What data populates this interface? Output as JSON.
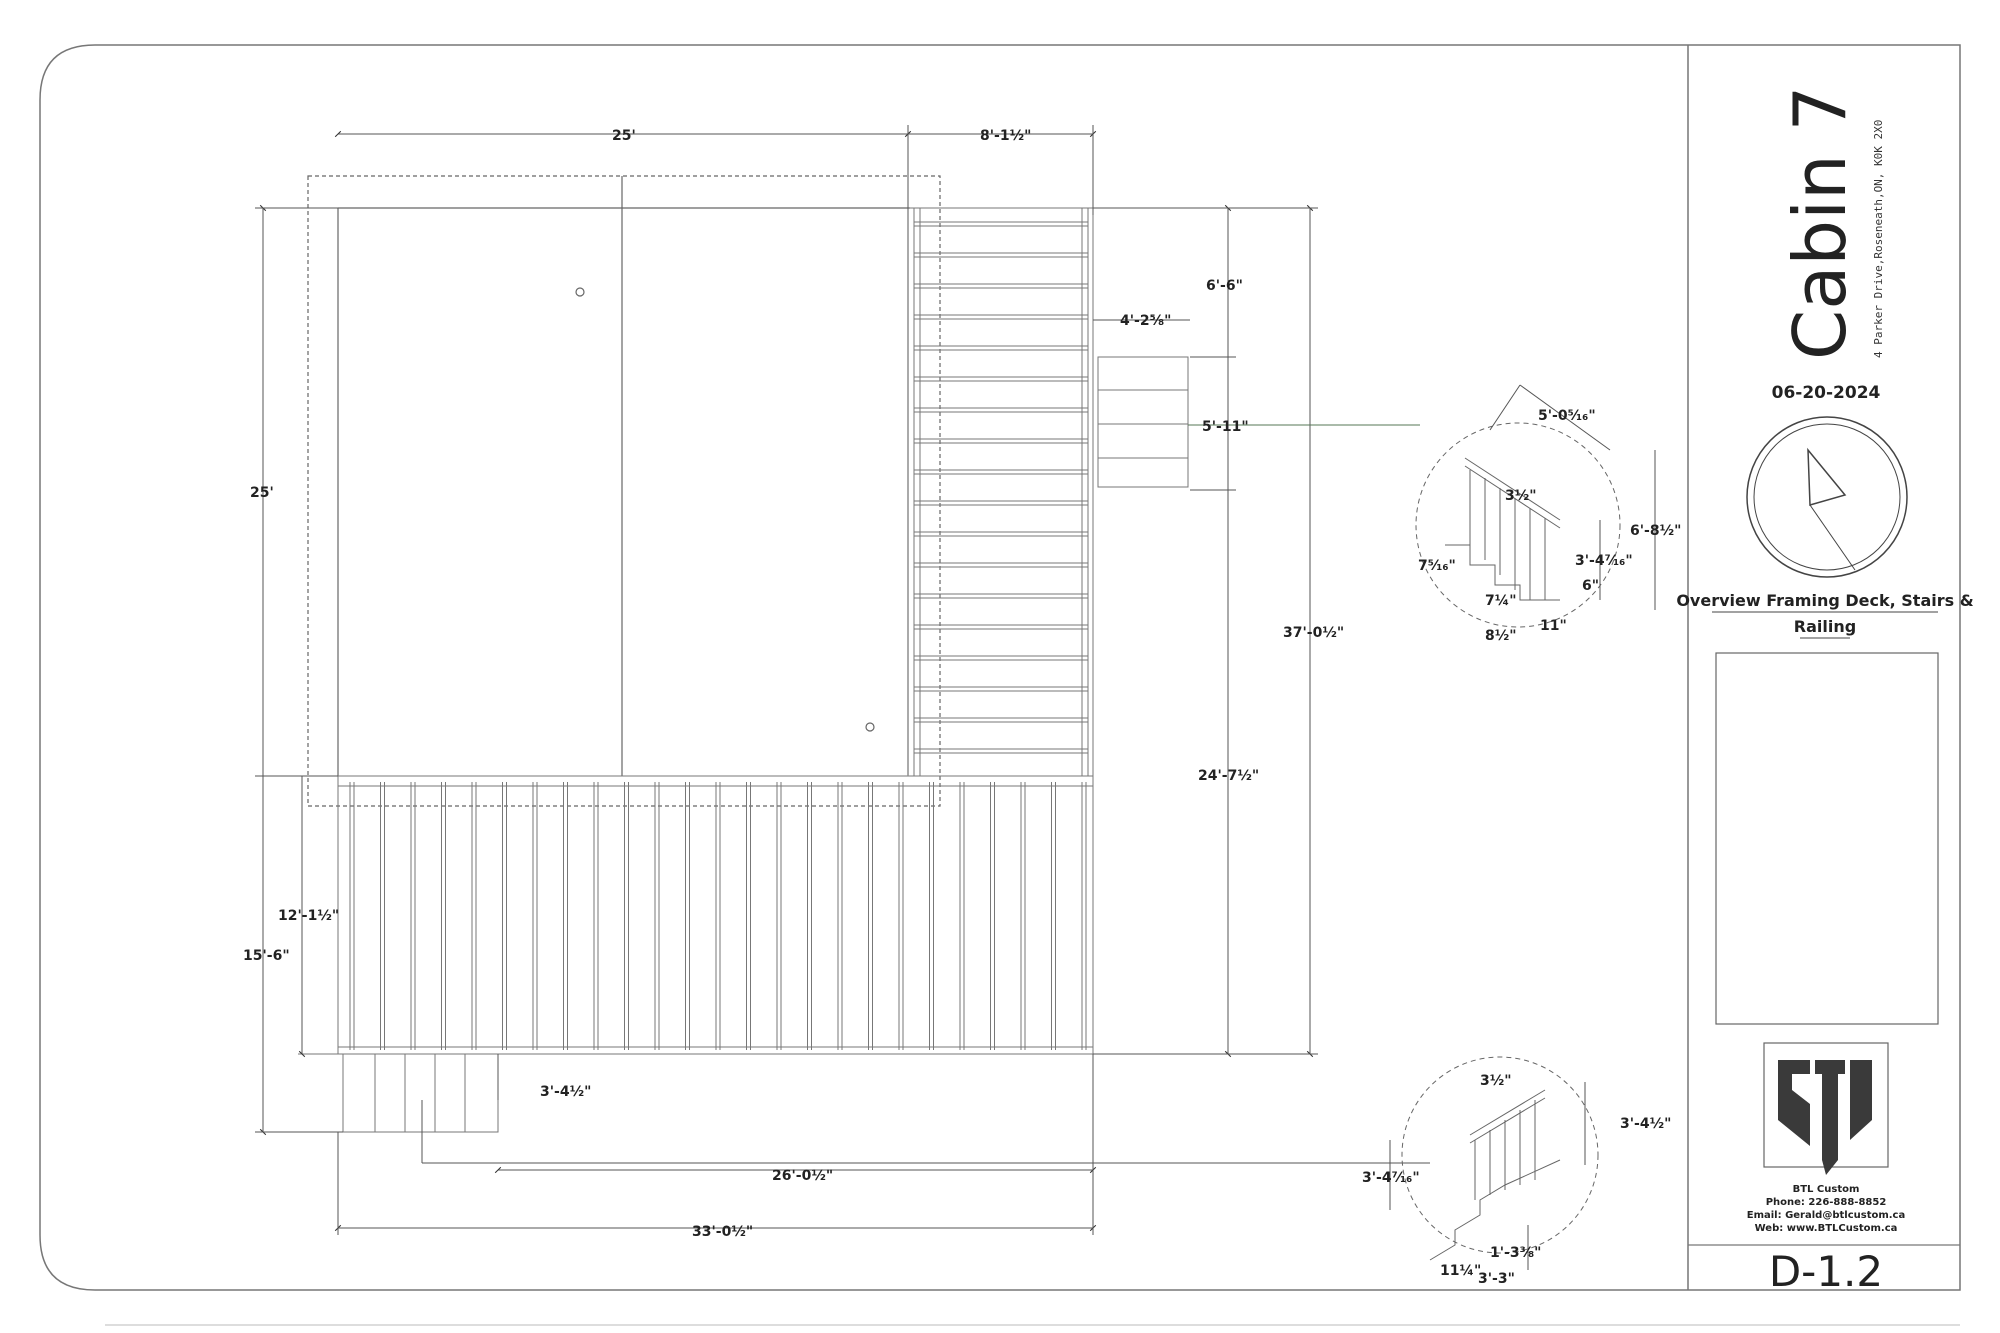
{
  "title_block": {
    "project_title": "Cabin 7",
    "address": "4 Parker Drive,Roseneath,ON, K0K 2X0",
    "date": "06-20-2024",
    "description_line1": "Overview Framing Deck, Stairs &",
    "description_line2": "Railing",
    "company": {
      "name": "BTL Custom",
      "phone": "Phone: 226-888-8852",
      "email": "Email: Gerald@btlcustom.ca",
      "web": "Web: www.BTLCustom.ca"
    },
    "sheet_number": "D-1.2"
  },
  "dimensions": {
    "top_width": "25'",
    "top_right_width": "8'-1½\"",
    "left_height": "25'",
    "landing_depth": "6'-6\"",
    "landing_offset": "4'-2⅝\"",
    "stair_width": "5'-11\"",
    "overall_right_height": "37'-0½\"",
    "lower_right_height": "24'-7½\"",
    "deck_height_left": "12'-1½\"",
    "overall_left_lower": "15'-6\"",
    "lower_stair_offset": "3'-4½\"",
    "bottom_inner_width": "26'-0½\"",
    "bottom_overall_width": "33'-0½\""
  },
  "detail_upper": {
    "top_dim": "5'-0⁵⁄₁₆\"",
    "post_spacing": "3½\"",
    "rail_height": "6'-8½\"",
    "baluster_height": "3'-4⁷⁄₁₆\"",
    "left_dim": "7⁵⁄₁₆\"",
    "rise": "7¼\"",
    "tread_dim": "6\"",
    "run": "8½\"",
    "tread_depth": "11\""
  },
  "detail_lower": {
    "post_spacing": "3½\"",
    "rail_height": "3'-4½\"",
    "baluster_height": "3'-4⁷⁄₁₆\"",
    "step_dim": "1'-3⅜\"",
    "run_dim": "11¼\"",
    "width_dim": "3'-3\""
  },
  "colors": {
    "line": "#444444",
    "light_line": "#9a9a9a",
    "text": "#222222",
    "logo": "#3a3a3a"
  },
  "icons": [
    "north-arrow-icon",
    "company-logo-icon"
  ]
}
